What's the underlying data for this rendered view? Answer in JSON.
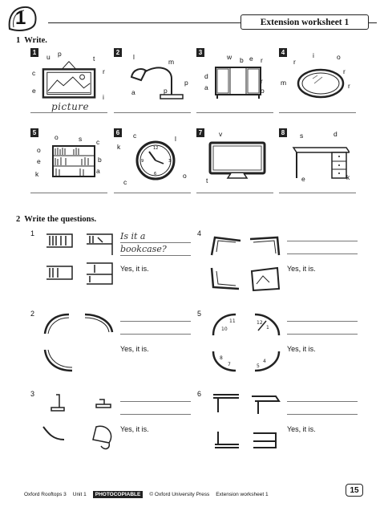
{
  "header": {
    "unit_number": "1",
    "title": "Extension worksheet 1"
  },
  "section1": {
    "number": "1",
    "title": "Write.",
    "items": [
      {
        "num": "1",
        "icon": "picture-frame-icon",
        "letters": [
          "u",
          "p",
          "t",
          "c",
          "r",
          "e",
          "i"
        ],
        "answer": "picture"
      },
      {
        "num": "2",
        "icon": "lamp-icon",
        "letters": [
          "l",
          "m",
          "p",
          "a",
          "p"
        ],
        "answer": ""
      },
      {
        "num": "3",
        "icon": "wardrobe-icon",
        "letters": [
          "w",
          "b",
          "e",
          "r",
          "d",
          "r",
          "a",
          "o"
        ],
        "answer": ""
      },
      {
        "num": "4",
        "icon": "mirror-icon",
        "letters": [
          "r",
          "i",
          "o",
          "r",
          "m",
          "r"
        ],
        "answer": ""
      },
      {
        "num": "5",
        "icon": "bookcase-icon",
        "letters": [
          "o",
          "s",
          "c",
          "o",
          "e",
          "b",
          "k",
          "a"
        ],
        "answer": ""
      },
      {
        "num": "6",
        "icon": "clock-icon",
        "letters": [
          "c",
          "l",
          "k",
          "c",
          "o"
        ],
        "answer": ""
      },
      {
        "num": "7",
        "icon": "tv-icon",
        "letters": [
          "v",
          "t"
        ],
        "answer": ""
      },
      {
        "num": "8",
        "icon": "desk-icon",
        "letters": [
          "s",
          "d",
          "e",
          "k"
        ],
        "answer": ""
      }
    ]
  },
  "section2": {
    "number": "2",
    "title": "Write the questions.",
    "items": [
      {
        "num": "1",
        "icon": "bookcase-fragments-icon",
        "example_line1": "Is it a",
        "example_line2": "bookcase?",
        "reply": "Yes, it is."
      },
      {
        "num": "2",
        "icon": "mirror-fragments-icon",
        "reply": "Yes, it is."
      },
      {
        "num": "3",
        "icon": "lamp-fragments-icon",
        "reply": "Yes, it is."
      },
      {
        "num": "4",
        "icon": "picture-fragments-icon",
        "reply": "Yes, it is."
      },
      {
        "num": "5",
        "icon": "clock-fragments-icon",
        "reply": "Yes, it is."
      },
      {
        "num": "6",
        "icon": "desk-fragments-icon",
        "reply": "Yes, it is."
      }
    ]
  },
  "footer": {
    "book": "Oxford Rooftops 3",
    "unit": "Unit 1",
    "badge": "PHOTOCOPIABLE",
    "publisher": "© Oxford University Press",
    "sheet": "Extension worksheet 1",
    "page": "15"
  }
}
